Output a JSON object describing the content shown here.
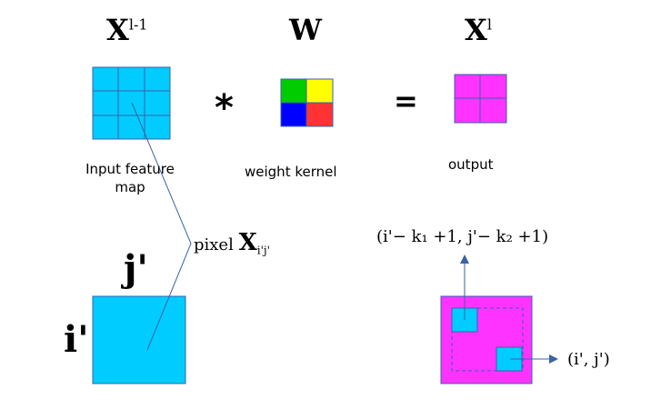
{
  "titles": {
    "input": "X",
    "input_sup": "l-1",
    "kernel": "W",
    "output": "X",
    "output_sup": "l"
  },
  "operators": {
    "conv": "*",
    "equals": "="
  },
  "captions": {
    "input_line1": "Input feature",
    "input_line2": "map",
    "kernel": "weight kernel",
    "output": "output"
  },
  "pixel_label": {
    "prefix": "pixel",
    "symbol": "X",
    "sub": "i'j'"
  },
  "axis_labels": {
    "j": "j'",
    "i": "i'"
  },
  "coords": {
    "top_left": "(i'− k₁ +1, j'− k₂ +1)",
    "bottom_right": "(i', j')"
  },
  "colors": {
    "cyan": "#00ccff",
    "magenta": "#ff33ff",
    "line": "#3a62a8",
    "green": "#00cc00",
    "yellow": "#ffff00",
    "blue": "#0000ff",
    "red": "#ff3333"
  }
}
